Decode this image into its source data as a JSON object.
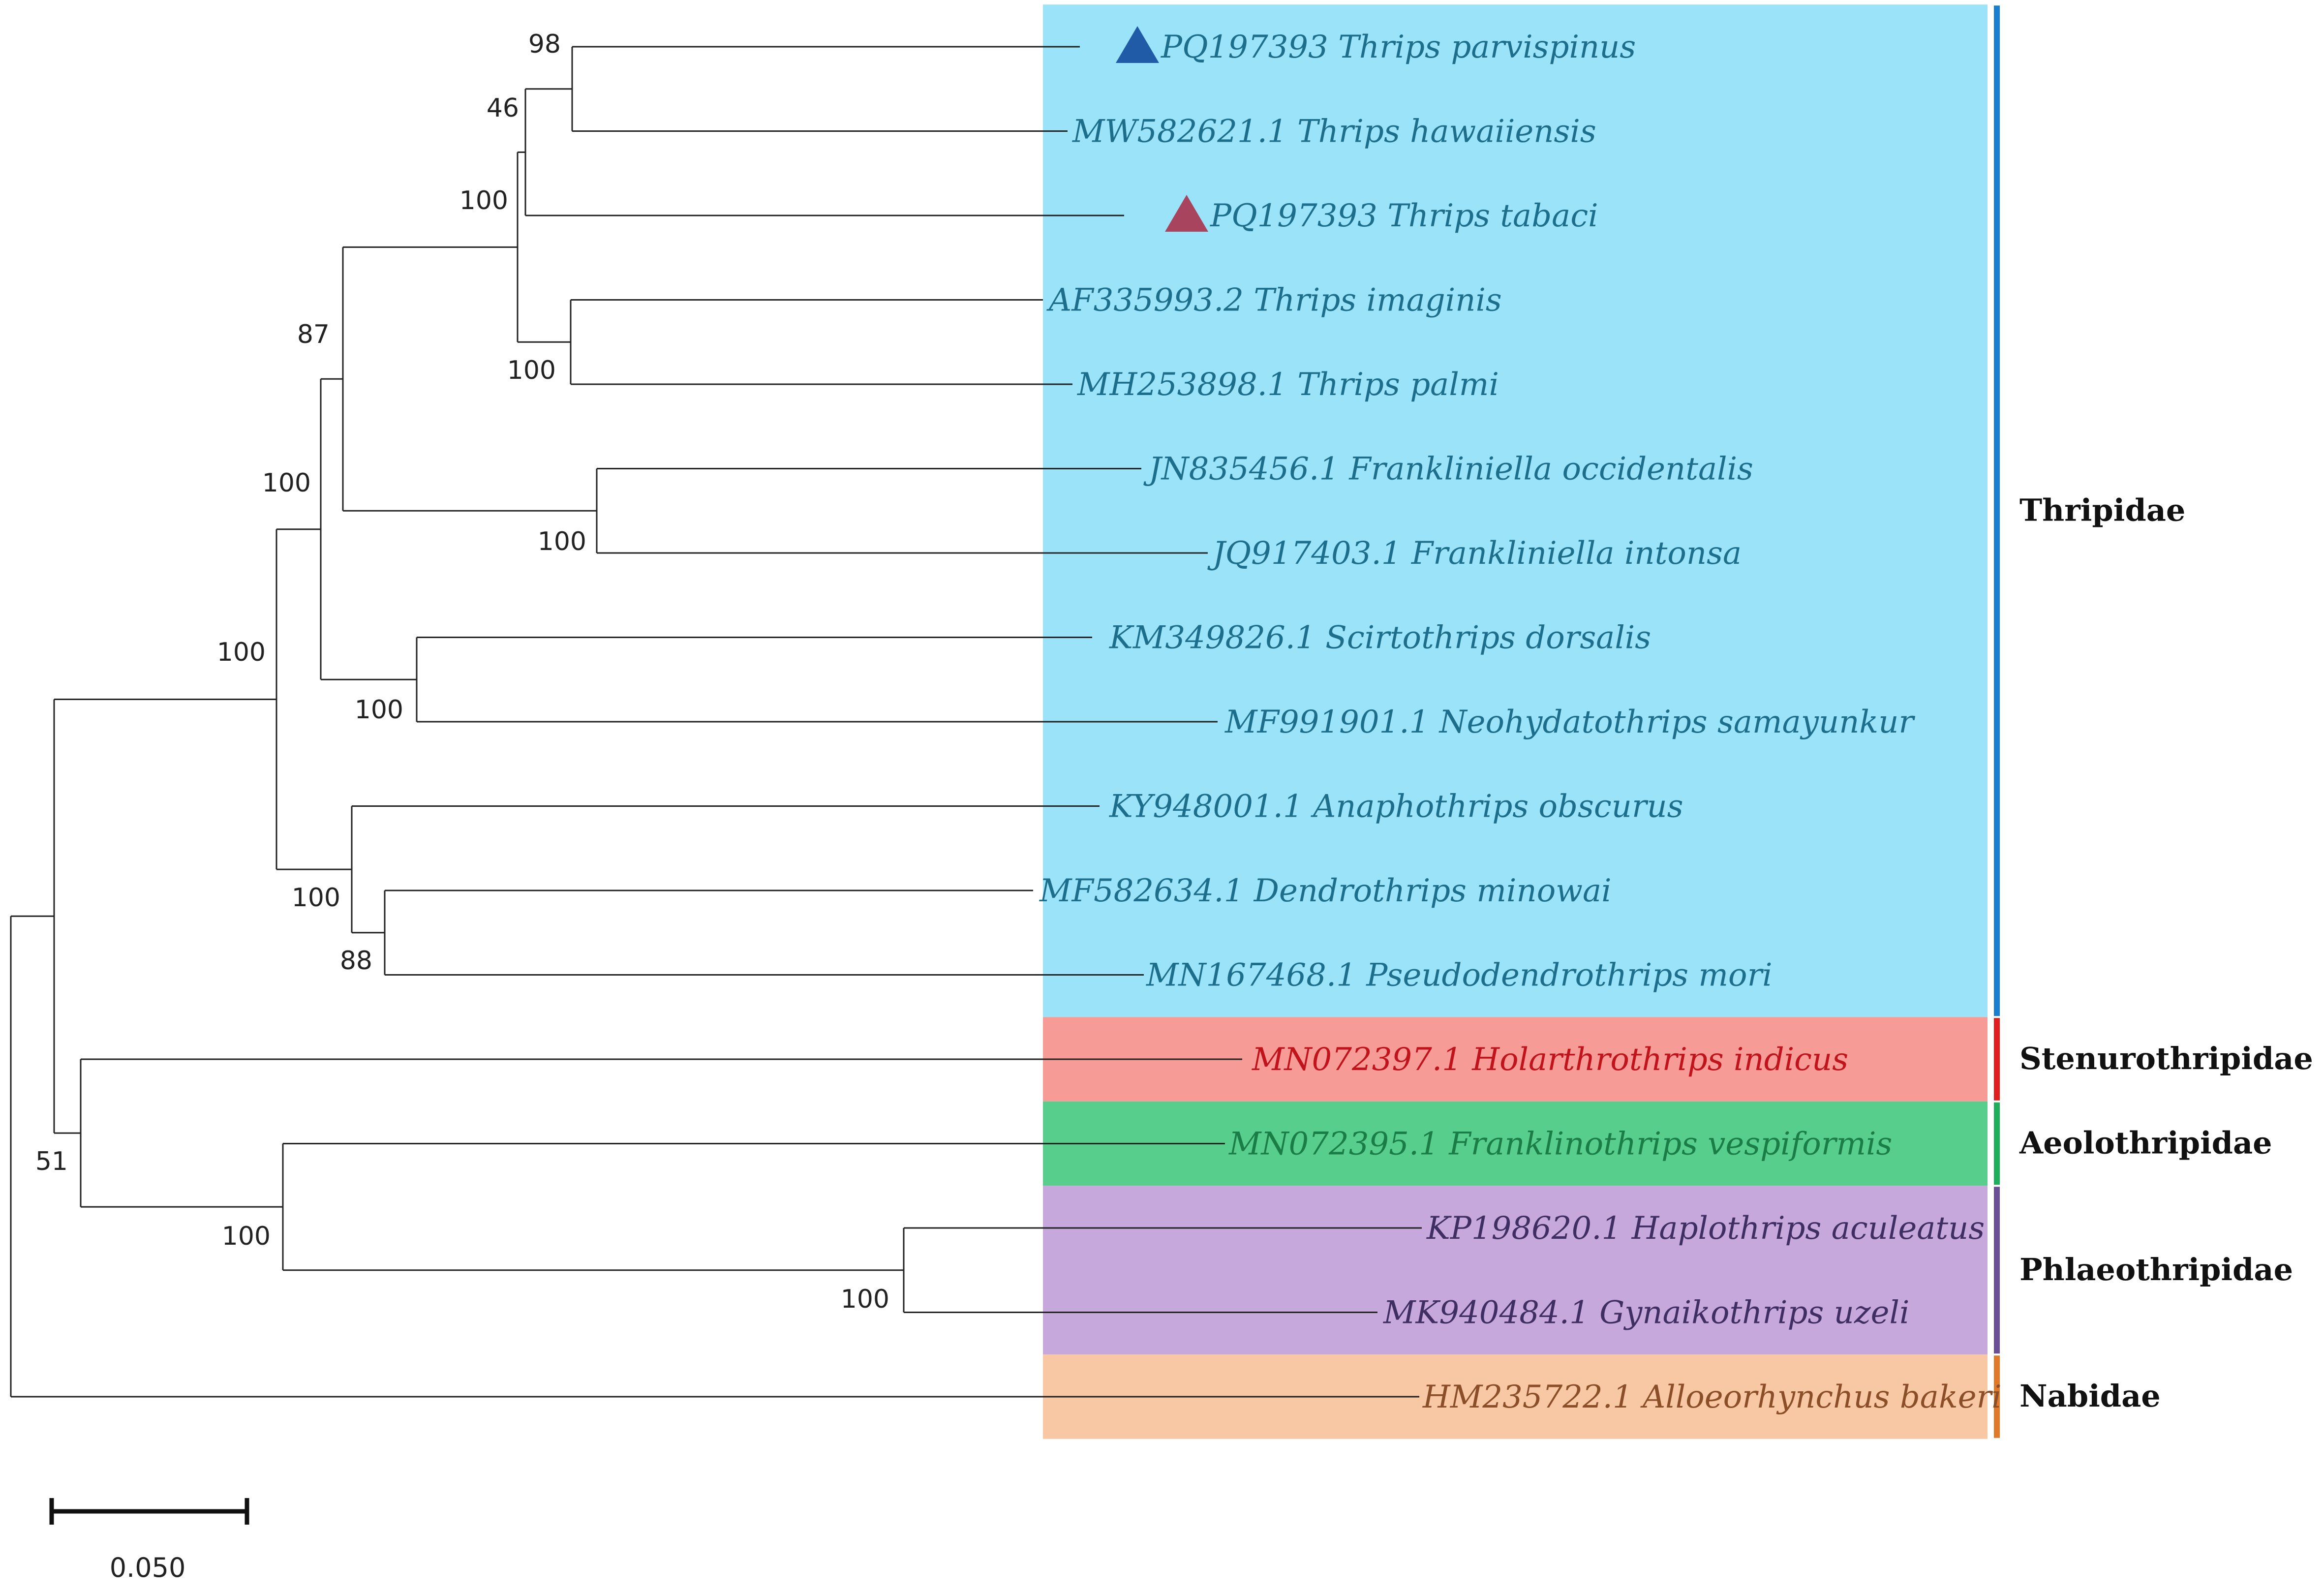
{
  "colors": {
    "Thripidae": {
      "band": "#9be3f8",
      "bar": "#1b7fd0",
      "text": "#1d6e8a"
    },
    "Stenurothripidae": {
      "band": "#f79b97",
      "bar": "#e0201f",
      "text": "#c0131b"
    },
    "Aeolothripidae": {
      "band": "#57ce8c",
      "bar": "#1fae5b",
      "text": "#1a7d46"
    },
    "Phlaeothripidae": {
      "band": "#c7a8dc",
      "bar": "#6a4f96",
      "text": "#3f2e62"
    },
    "Nabidae": {
      "band": "#f8c8a4",
      "bar": "#e07a2a",
      "text": "#8a4e28"
    },
    "marker_blue": "#1f5ba6",
    "marker_red": "#a8445e"
  },
  "leaves": [
    {
      "id": "L1",
      "label": "PQ197393 Thrips parvispinus",
      "family": "Thripidae",
      "marker": "blue-triangle"
    },
    {
      "id": "L2",
      "label": "MW582621.1 Thrips hawaiiensis",
      "family": "Thripidae"
    },
    {
      "id": "L3",
      "label": "PQ197393 Thrips tabaci",
      "family": "Thripidae",
      "marker": "red-triangle"
    },
    {
      "id": "L4",
      "label": "AF335993.2 Thrips imaginis",
      "family": "Thripidae"
    },
    {
      "id": "L5",
      "label": "MH253898.1 Thrips palmi",
      "family": "Thripidae"
    },
    {
      "id": "L6",
      "label": "JN835456.1 Frankliniella occidentalis",
      "family": "Thripidae"
    },
    {
      "id": "L7",
      "label": "JQ917403.1 Frankliniella intonsa",
      "family": "Thripidae"
    },
    {
      "id": "L8",
      "label": "KM349826.1 Scirtothrips dorsalis",
      "family": "Thripidae"
    },
    {
      "id": "L9",
      "label": "MF991901.1 Neohydatothrips samayunkur",
      "family": "Thripidae"
    },
    {
      "id": "L10",
      "label": "KY948001.1 Anaphothrips obscurus",
      "family": "Thripidae"
    },
    {
      "id": "L11",
      "label": "MF582634.1 Dendrothrips minowai",
      "family": "Thripidae"
    },
    {
      "id": "L12",
      "label": "MN167468.1 Pseudodendrothrips mori",
      "family": "Thripidae"
    },
    {
      "id": "L13",
      "label": "MN072397.1 Holarthrothrips indicus",
      "family": "Stenurothripidae"
    },
    {
      "id": "L14",
      "label": "MN072395.1 Franklinothrips vespiformis",
      "family": "Aeolothripidae"
    },
    {
      "id": "L15",
      "label": "KP198620.1 Haplothrips aculeatus",
      "family": "Phlaeothripidae"
    },
    {
      "id": "L16",
      "label": "MK940484.1 Gynaikothrips uzeli",
      "family": "Phlaeothripidae"
    },
    {
      "id": "L17",
      "label": "HM235722.1 Alloeorhynchus bakeri",
      "family": "Nabidae"
    }
  ],
  "families": [
    {
      "name": "Thripidae",
      "from": "L1",
      "to": "L12"
    },
    {
      "name": "Stenurothripidae",
      "from": "L13",
      "to": "L13"
    },
    {
      "name": "Aeolothripidae",
      "from": "L14",
      "to": "L14"
    },
    {
      "name": "Phlaeothripidae",
      "from": "L15",
      "to": "L16"
    },
    {
      "name": "Nabidae",
      "from": "L17",
      "to": "L17"
    }
  ],
  "tree": {
    "n": "root",
    "children": [
      {
        "n": "n51",
        "support": "51",
        "children": [
          {
            "n": "n100a",
            "support": "100",
            "children": [
              {
                "n": "n100b",
                "support": "100",
                "children": [
                  {
                    "n": "n87",
                    "support": "87",
                    "children": [
                      {
                        "n": "n100c",
                        "support": "100",
                        "children": [
                          {
                            "n": "n46",
                            "support": "46",
                            "children": [
                              {
                                "n": "n98",
                                "support": "98",
                                "children": [
                                  {
                                    "leaf": "L1"
                                  },
                                  {
                                    "leaf": "L2"
                                  }
                                ]
                              },
                              {
                                "leaf": "L3"
                              }
                            ]
                          },
                          {
                            "n": "n100d",
                            "support": "100",
                            "children": [
                              {
                                "leaf": "L4"
                              },
                              {
                                "leaf": "L5"
                              }
                            ]
                          }
                        ]
                      },
                      {
                        "n": "n100e",
                        "support": "100",
                        "children": [
                          {
                            "leaf": "L6"
                          },
                          {
                            "leaf": "L7"
                          }
                        ]
                      }
                    ]
                  },
                  {
                    "n": "n100f",
                    "support": "100",
                    "children": [
                      {
                        "leaf": "L8"
                      },
                      {
                        "leaf": "L9"
                      }
                    ]
                  }
                ]
              },
              {
                "n": "n100g",
                "support": "100",
                "children": [
                  {
                    "leaf": "L10"
                  },
                  {
                    "n": "n88",
                    "support": "88",
                    "children": [
                      {
                        "leaf": "L11"
                      },
                      {
                        "leaf": "L12"
                      }
                    ]
                  }
                ]
              }
            ]
          },
          {
            "n": "n51b",
            "children": [
              {
                "leaf": "L13"
              },
              {
                "n": "n100h",
                "support": "100",
                "children": [
                  {
                    "leaf": "L14"
                  },
                  {
                    "n": "n100i",
                    "support": "100",
                    "children": [
                      {
                        "leaf": "L15"
                      },
                      {
                        "leaf": "L16"
                      }
                    ]
                  }
                ]
              }
            ]
          }
        ]
      },
      {
        "leaf": "L17"
      }
    ]
  },
  "scale_bar": {
    "label": "0.050"
  }
}
